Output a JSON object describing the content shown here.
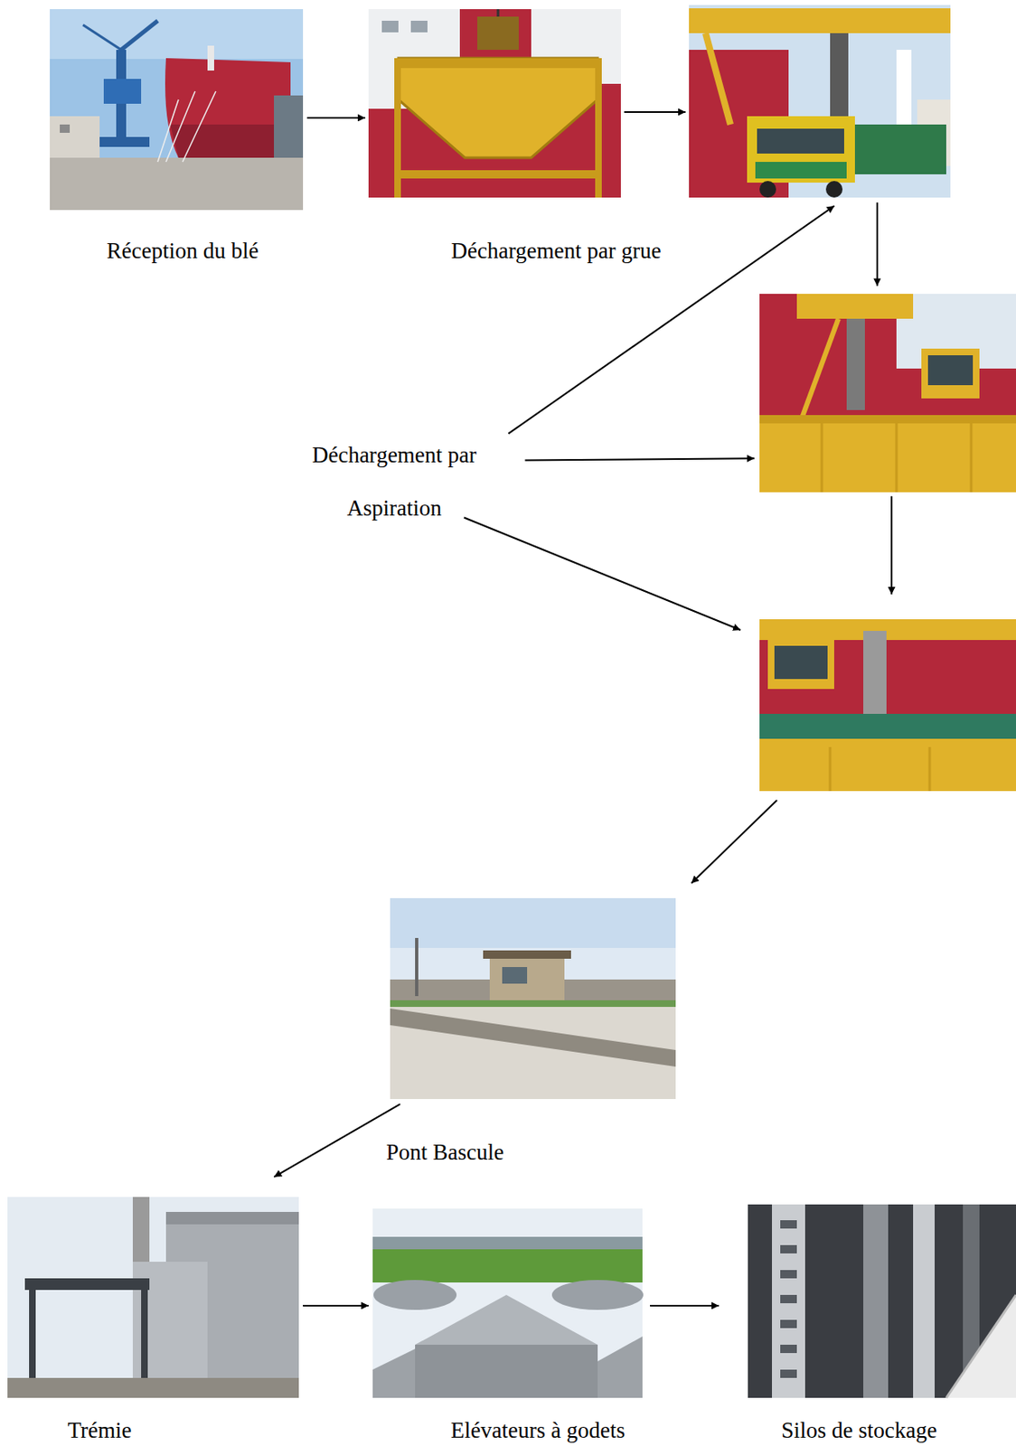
{
  "diagram": {
    "nodes": [
      {
        "text": [
          "Réception du blé"
        ]
      },
      {
        "text": [
          "Déchargement par grue"
        ]
      },
      {
        "text": []
      },
      {
        "text": []
      },
      {
        "text": [
          "Déchargement par Aspiration"
        ]
      },
      {
        "text": []
      },
      {
        "text": [
          "Pont Bascule"
        ]
      },
      {
        "text": [
          "Trémie"
        ]
      },
      {
        "text": [
          "Elévateurs à godets"
        ]
      },
      {
        "text": [
          "Silos de stockage"
        ]
      }
    ],
    "edges": [
      {
        "from": 0,
        "to": 1,
        "arrow": "to"
      },
      {
        "from": 1,
        "to": 2,
        "arrow": "to"
      },
      {
        "from": 2,
        "to": 3,
        "arrow": "to"
      },
      {
        "from": 3,
        "to": 5,
        "arrow": "to"
      },
      {
        "from": 4,
        "to": 2,
        "arrow": "to"
      },
      {
        "from": 4,
        "to": 3,
        "arrow": "to"
      },
      {
        "from": 4,
        "to": 5,
        "arrow": "to"
      },
      {
        "from": 5,
        "to": 6,
        "arrow": "to"
      },
      {
        "from": 6,
        "to": 7,
        "arrow": "to"
      },
      {
        "from": 7,
        "to": 8,
        "arrow": "to"
      },
      {
        "from": 8,
        "to": 9,
        "arrow": "to"
      }
    ]
  }
}
